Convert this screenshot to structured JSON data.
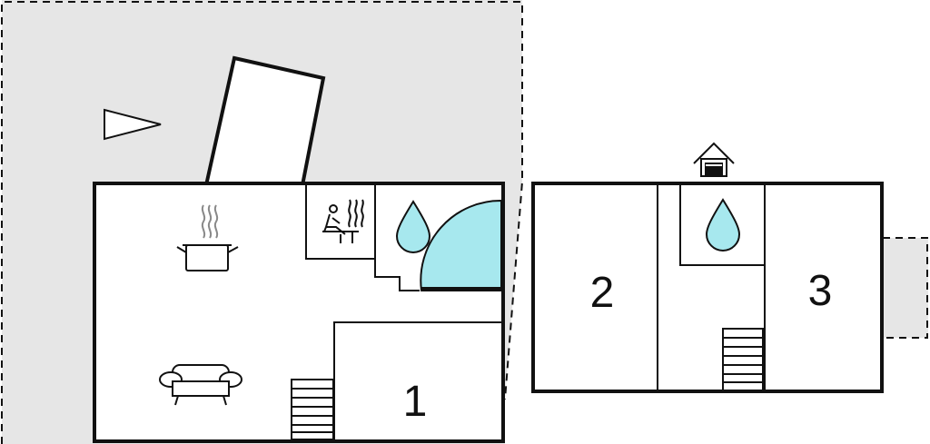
{
  "floor_plan": {
    "rooms": [
      {
        "id": "room-1",
        "label": "1"
      },
      {
        "id": "room-2",
        "label": "2"
      },
      {
        "id": "room-3",
        "label": "3"
      }
    ],
    "colors": {
      "terrace": "#e6e6e6",
      "water": "#a7e8ee",
      "line": "#111111",
      "background": "#ffffff"
    },
    "icons": [
      "compass-arrow-icon",
      "steam-icon",
      "cooking-pot-icon",
      "sofa-icon",
      "sauna-icon",
      "water-drop-icon",
      "pool-icon",
      "stairs-icon",
      "house-entrance-icon"
    ]
  }
}
